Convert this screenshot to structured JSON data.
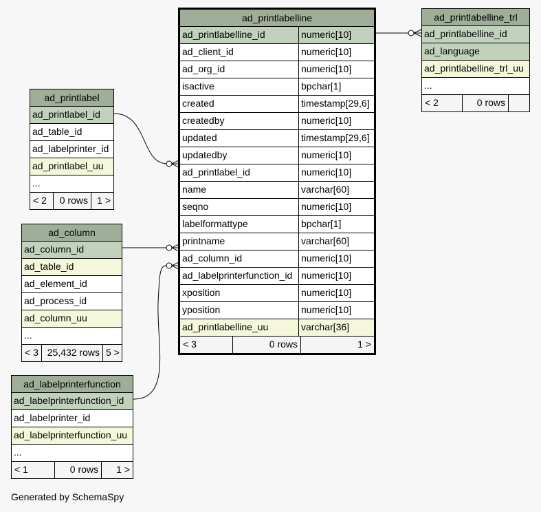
{
  "tables": {
    "main": {
      "name": "ad_printlabelline",
      "rows": [
        {
          "name": "ad_printlabelline_id",
          "type": "numeric[10]"
        },
        {
          "name": "ad_client_id",
          "type": "numeric[10]"
        },
        {
          "name": "ad_org_id",
          "type": "numeric[10]"
        },
        {
          "name": "isactive",
          "type": "bpchar[1]"
        },
        {
          "name": "created",
          "type": "timestamp[29,6]"
        },
        {
          "name": "createdby",
          "type": "numeric[10]"
        },
        {
          "name": "updated",
          "type": "timestamp[29,6]"
        },
        {
          "name": "updatedby",
          "type": "numeric[10]"
        },
        {
          "name": "ad_printlabel_id",
          "type": "numeric[10]"
        },
        {
          "name": "name",
          "type": "varchar[60]"
        },
        {
          "name": "seqno",
          "type": "numeric[10]"
        },
        {
          "name": "labelformattype",
          "type": "bpchar[1]"
        },
        {
          "name": "printname",
          "type": "varchar[60]"
        },
        {
          "name": "ad_column_id",
          "type": "numeric[10]"
        },
        {
          "name": "ad_labelprinterfunction_id",
          "type": "numeric[10]"
        },
        {
          "name": "xposition",
          "type": "numeric[10]"
        },
        {
          "name": "yposition",
          "type": "numeric[10]"
        },
        {
          "name": "ad_printlabelline_uu",
          "type": "varchar[36]"
        }
      ],
      "footer": {
        "parents": "< 3",
        "rows": "0 rows",
        "children": "1 >"
      }
    },
    "trl": {
      "name": "ad_printlabelline_trl",
      "rows": [
        "ad_printlabelline_id",
        "ad_language",
        "ad_printlabelline_trl_uu",
        "..."
      ],
      "footer": {
        "parents": "< 2",
        "rows": "0 rows",
        "children": ""
      }
    },
    "printlabel": {
      "name": "ad_printlabel",
      "rows": [
        "ad_printlabel_id",
        "ad_table_id",
        "ad_labelprinter_id",
        "ad_printlabel_uu",
        "..."
      ],
      "footer": {
        "parents": "< 2",
        "rows": "0 rows",
        "children": "1 >"
      }
    },
    "column": {
      "name": "ad_column",
      "rows": [
        "ad_column_id",
        "ad_table_id",
        "ad_element_id",
        "ad_process_id",
        "ad_column_uu",
        "..."
      ],
      "footer": {
        "parents": "< 3",
        "rows": "25,432 rows",
        "children": "5 >"
      }
    },
    "lpf": {
      "name": "ad_labelprinterfunction",
      "rows": [
        "ad_labelprinterfunction_id",
        "ad_labelprinter_id",
        "ad_labelprinterfunction_uu",
        "..."
      ],
      "footer": {
        "parents": "< 1",
        "rows": "0 rows",
        "children": "1 >"
      }
    }
  },
  "colors": {
    "header": "#9fae98",
    "primary_key": "#c1d1bb",
    "unique_key": "#f4f7da",
    "background": "#f7f7f7"
  },
  "footer_text": "Generated by SchemaSpy"
}
